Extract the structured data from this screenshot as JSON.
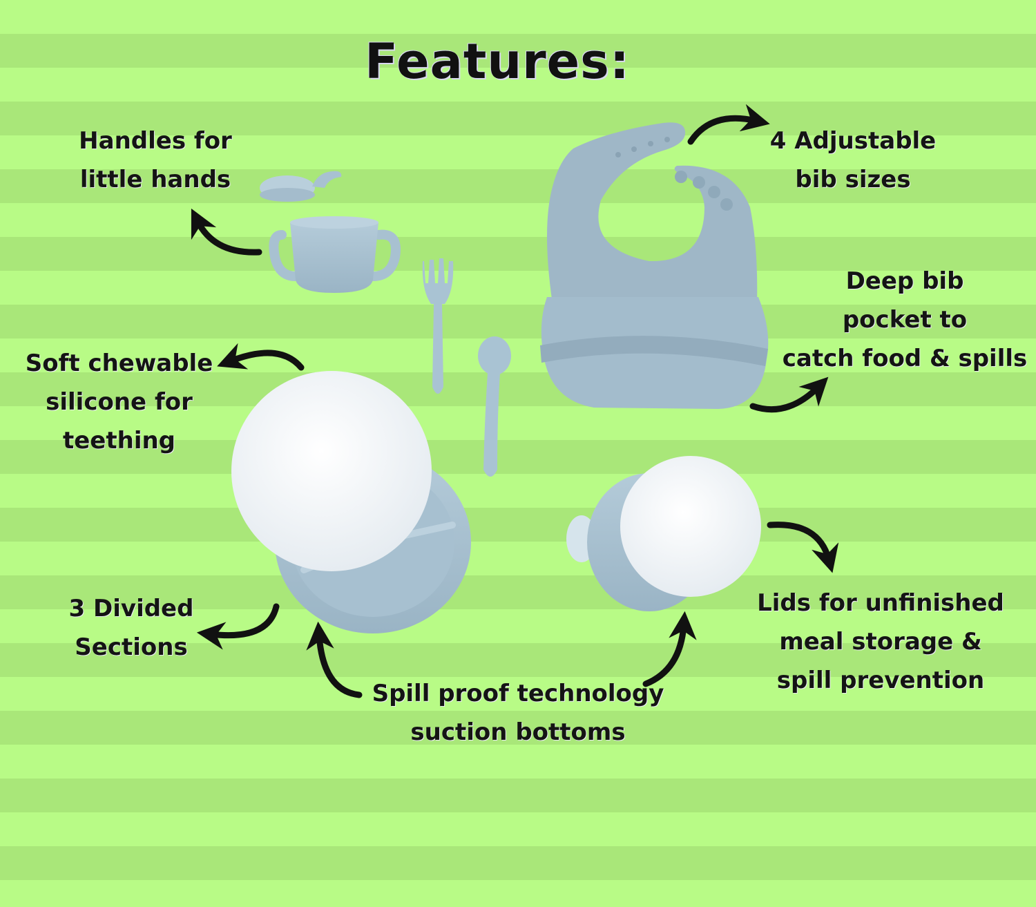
{
  "title": "Features:",
  "labels": {
    "handles": [
      "Handles for",
      "little hands"
    ],
    "adjustable": [
      "4 Adjustable",
      "bib sizes"
    ],
    "pocket": [
      "Deep bib",
      "pocket to",
      "catch food & spills"
    ],
    "chewable": [
      "Soft chewable",
      "silicone for",
      "teething"
    ],
    "divided": [
      "3 Divided",
      "Sections"
    ],
    "spillproof": [
      "Spill proof technology",
      "suction bottoms"
    ],
    "lids": [
      "Lids for unfinished",
      "meal storage &",
      "spill prevention"
    ]
  },
  "colors": {
    "stripe_light": "#b8fb86",
    "stripe_dark": "#a9e779",
    "silicone_blue": "#a9c3d3",
    "lid_white": "#f4f7fa",
    "arrow": "#111111"
  },
  "icons": [
    "arrow-icon"
  ]
}
